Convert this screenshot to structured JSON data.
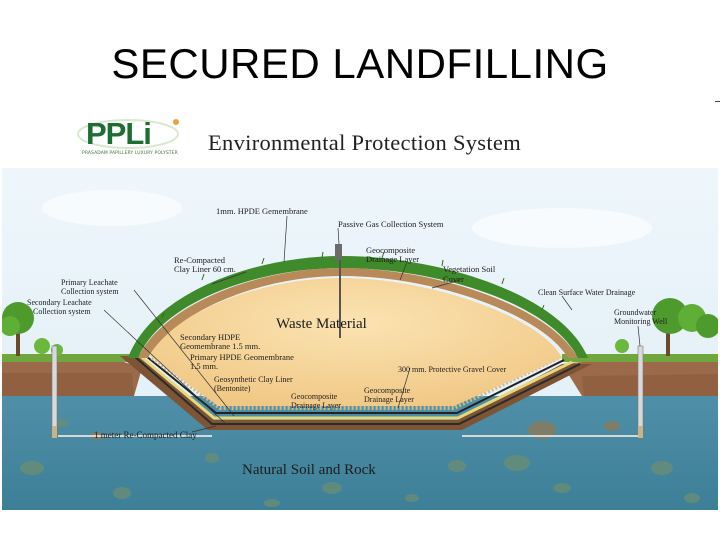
{
  "slide": {
    "title": "SECURED LANDFILLING"
  },
  "header": {
    "logo_text": "PPLi",
    "logo_tagline": "PRASADAM PAPILLERY LUXURY POLYSTER",
    "title": "Environmental Protection System"
  },
  "diagram": {
    "labels": {
      "hdpe_membrane": "1mm. HPDE Gemembrane",
      "passive_gas": "Passive Gas Collection System",
      "geocomposite_top_1": "Geocomposite",
      "geocomposite_top_2": "Drainage Layer",
      "vegetation_1": "Vegetation  Soil",
      "vegetation_2": "Cover",
      "recompacted_1": "Re-Compacted",
      "recompacted_2": "Clay Liner 60 cm.",
      "primary_leachate_1": "Primary Leachate",
      "primary_leachate_2": "Collection system",
      "secondary_leachate_1": "Secondary Leachate",
      "secondary_leachate_2": "Collection system",
      "clean_surface": "Clean Surface Water Drainage",
      "groundwater_1": "Groundwater",
      "groundwater_2": "Monitoring Well",
      "waste": "Waste Material",
      "secondary_hdpe_1": "Secondary HDPE",
      "secondary_hdpe_2": "Geomembrane 1.5 mm.",
      "primary_hdpe_1": "Primary HPDE Geomembrane",
      "primary_hdpe_2": "1.5 mm.",
      "gravel_cover": "300 mm. Protective Gravel Cover",
      "gcl_1": "Geosynthetic Clay Liner",
      "gcl_2": "(Bentonite)",
      "geocomposite_mid_1": "Geocomposite",
      "geocomposite_mid_2": "Drainage Layer",
      "geocomposite_right_1": "Geocomposite",
      "geocomposite_right_2": "Drainage Layer",
      "recompacted_base": "1 meter Re-Compacted Clay",
      "natural_soil": "Natural Soil and Rock"
    }
  }
}
